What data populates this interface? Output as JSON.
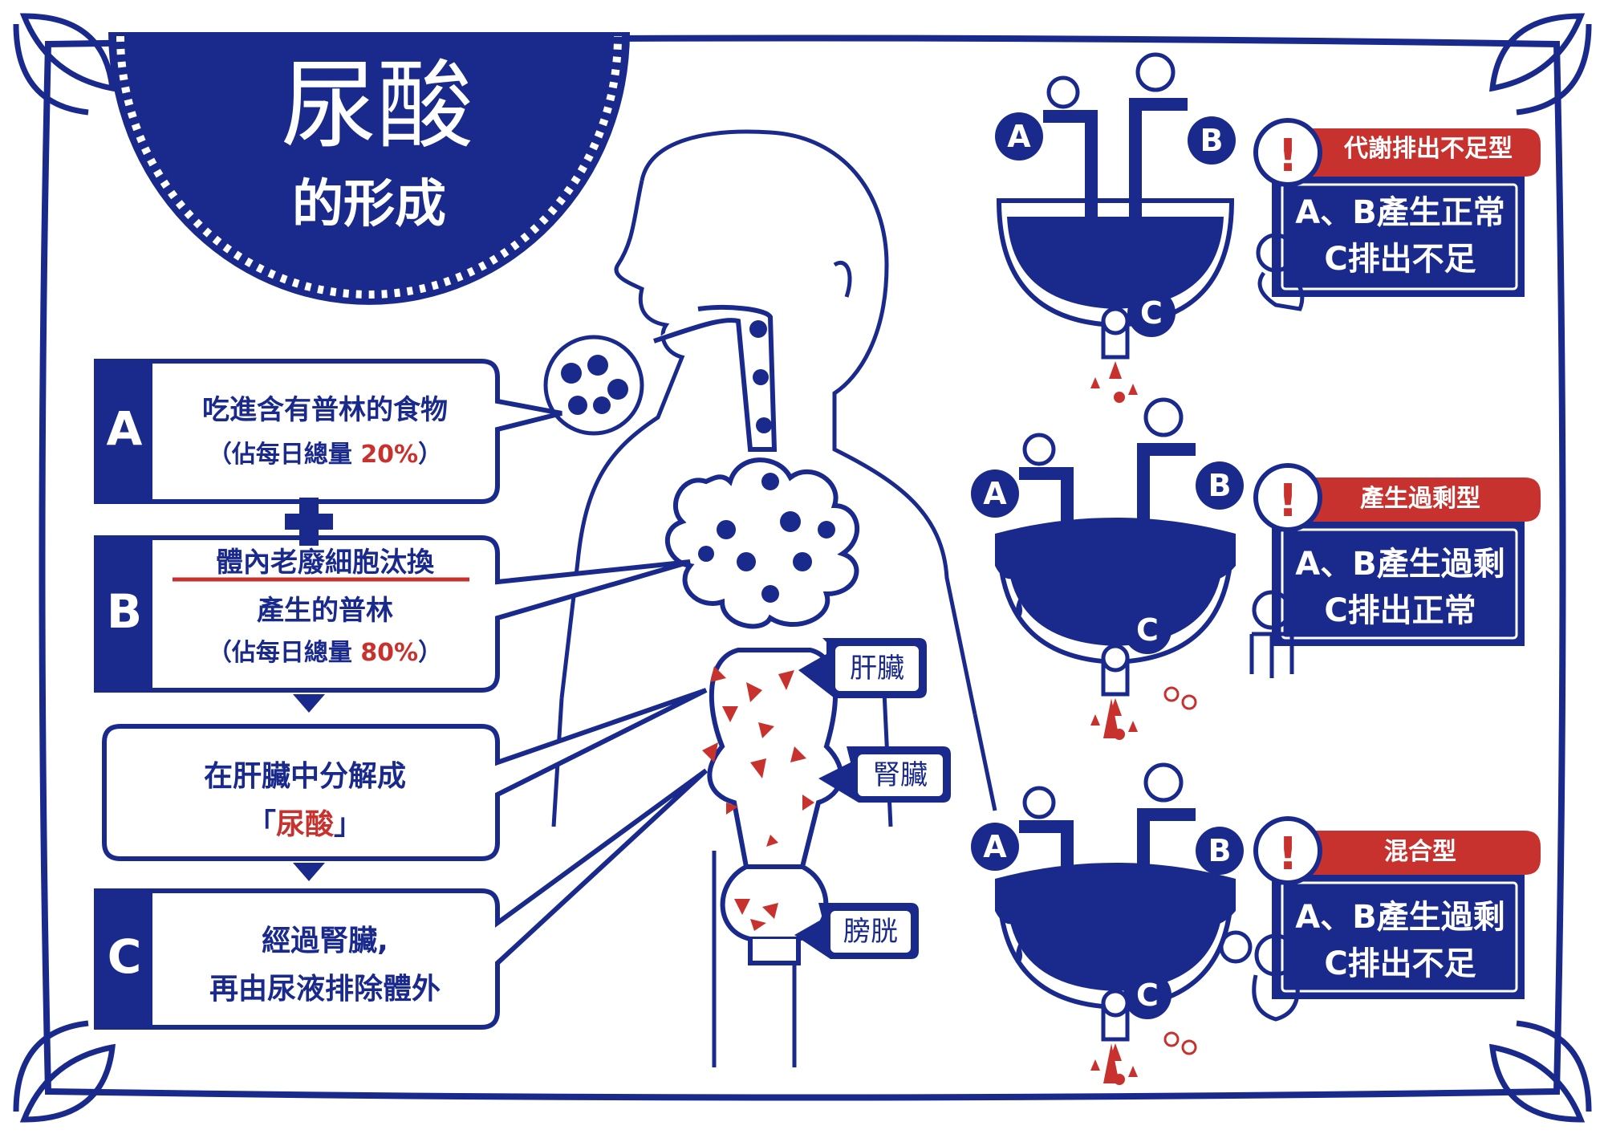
{
  "title": {
    "main": "尿酸",
    "sub": "的形成"
  },
  "steps": [
    {
      "letter": "A",
      "line1": "吃進含有普林的食物",
      "line2_prefix": "（佔每日總量 ",
      "line2_value": "20%",
      "line2_suffix": "）"
    },
    {
      "letter": "B",
      "line1": "體內老廢細胞汰換",
      "line2": "產生的普林",
      "line3_prefix": "（佔每日總量 ",
      "line3_value": "80%",
      "line3_suffix": "）"
    },
    {
      "letter": "",
      "line1": "在肝臟中分解成",
      "line2_prefix": "「",
      "line2_value": "尿酸",
      "line2_suffix": "」"
    },
    {
      "letter": "C",
      "line1": "經過腎臟,",
      "line2": "再由尿液排除體外"
    }
  ],
  "plus": "+",
  "organs": [
    {
      "label": "肝臟"
    },
    {
      "label": "腎臟"
    },
    {
      "label": "膀胱"
    }
  ],
  "types": [
    {
      "tag": "!",
      "title": "代謝排出不足型",
      "line1": "A、B產生正常",
      "line2": "C排出不足"
    },
    {
      "tag": "!",
      "title": "產生過剩型",
      "line1": "A、B產生過剩",
      "line2": "C排出正常"
    },
    {
      "tag": "!",
      "title": "混合型",
      "line1": "A、B產生過剩",
      "line2": "C排出不足"
    }
  ],
  "faucet_labels": {
    "a": "A",
    "b": "B",
    "c": "C"
  },
  "colors": {
    "navy": "#1a2a8c",
    "red": "#c8322e",
    "white": "#ffffff"
  }
}
